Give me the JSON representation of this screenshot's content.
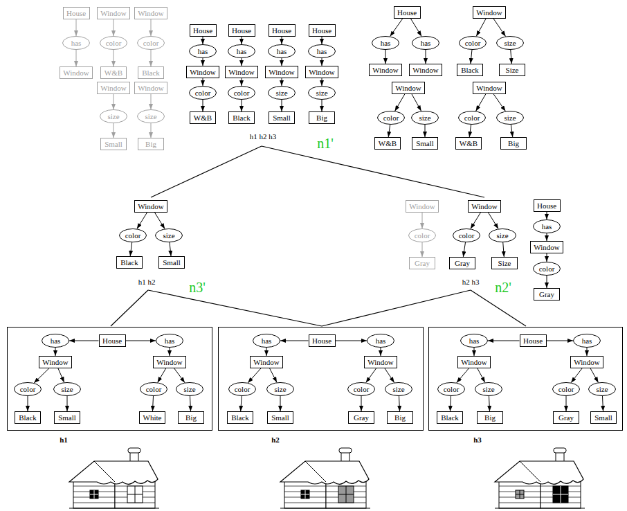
{
  "diagram": {
    "nodes": [
      {
        "text": [
          "House"
        ]
      },
      {
        "text": [
          "has"
        ]
      },
      {
        "text": [
          "Window"
        ]
      },
      {
        "text": [
          "Window"
        ]
      },
      {
        "text": [
          "color"
        ]
      },
      {
        "text": [
          "W&B"
        ]
      },
      {
        "text": [
          "Window"
        ]
      },
      {
        "text": [
          "color"
        ]
      },
      {
        "text": [
          "Black"
        ]
      },
      {
        "text": [
          "Window"
        ]
      },
      {
        "text": [
          "size"
        ]
      },
      {
        "text": [
          "Small"
        ]
      },
      {
        "text": [
          "Window"
        ]
      },
      {
        "text": [
          "size"
        ]
      },
      {
        "text": [
          "Big"
        ]
      },
      {
        "text": [
          "House"
        ]
      },
      {
        "text": [
          "has"
        ]
      },
      {
        "text": [
          "Window"
        ]
      },
      {
        "text": [
          "color"
        ]
      },
      {
        "text": [
          "W&B"
        ]
      },
      {
        "text": [
          "House"
        ]
      },
      {
        "text": [
          "has"
        ]
      },
      {
        "text": [
          "Window"
        ]
      },
      {
        "text": [
          "color"
        ]
      },
      {
        "text": [
          "Black"
        ]
      },
      {
        "text": [
          "House"
        ]
      },
      {
        "text": [
          "has"
        ]
      },
      {
        "text": [
          "Window"
        ]
      },
      {
        "text": [
          "size"
        ]
      },
      {
        "text": [
          "Small"
        ]
      },
      {
        "text": [
          "House"
        ]
      },
      {
        "text": [
          "has"
        ]
      },
      {
        "text": [
          "Window"
        ]
      },
      {
        "text": [
          "size"
        ]
      },
      {
        "text": [
          "Big"
        ]
      },
      {
        "text": [
          "House"
        ]
      },
      {
        "text": [
          "has"
        ]
      },
      {
        "text": [
          "Window"
        ]
      },
      {
        "text": [
          "has"
        ]
      },
      {
        "text": [
          "Window"
        ]
      },
      {
        "text": [
          "Window"
        ]
      },
      {
        "text": [
          "color"
        ]
      },
      {
        "text": [
          "Black"
        ]
      },
      {
        "text": [
          "size"
        ]
      },
      {
        "text": [
          "Size"
        ]
      },
      {
        "text": [
          "Window"
        ]
      },
      {
        "text": [
          "color"
        ]
      },
      {
        "text": [
          "W&B"
        ]
      },
      {
        "text": [
          "size"
        ]
      },
      {
        "text": [
          "Small"
        ]
      },
      {
        "text": [
          "Window"
        ]
      },
      {
        "text": [
          "color"
        ]
      },
      {
        "text": [
          "W&B"
        ]
      },
      {
        "text": [
          "size"
        ]
      },
      {
        "text": [
          "Big"
        ]
      },
      {
        "text": [
          "Window"
        ]
      },
      {
        "text": [
          "color"
        ]
      },
      {
        "text": [
          "Black"
        ]
      },
      {
        "text": [
          "size"
        ]
      },
      {
        "text": [
          "Small"
        ]
      },
      {
        "text": [
          "Window"
        ]
      },
      {
        "text": [
          "color"
        ]
      },
      {
        "text": [
          "Gray"
        ]
      },
      {
        "text": [
          "Window"
        ]
      },
      {
        "text": [
          "color"
        ]
      },
      {
        "text": [
          "Gray"
        ]
      },
      {
        "text": [
          "size"
        ]
      },
      {
        "text": [
          "Size"
        ]
      },
      {
        "text": [
          "House"
        ]
      },
      {
        "text": [
          "has"
        ]
      },
      {
        "text": [
          "Window"
        ]
      },
      {
        "text": [
          "color"
        ]
      },
      {
        "text": [
          "Gray"
        ]
      },
      {
        "text": [
          "h1"
        ]
      },
      {
        "text": [
          "House"
        ],
        "in": 73
      },
      {
        "text": [
          "has"
        ],
        "in": 73
      },
      {
        "text": [
          "Window"
        ],
        "in": 73
      },
      {
        "text": [
          "color"
        ],
        "in": 73
      },
      {
        "text": [
          "Black"
        ],
        "in": 73
      },
      {
        "text": [
          "size"
        ],
        "in": 73
      },
      {
        "text": [
          "Small"
        ],
        "in": 73
      },
      {
        "text": [
          "has"
        ],
        "in": 73
      },
      {
        "text": [
          "Window"
        ],
        "in": 73
      },
      {
        "text": [
          "color"
        ],
        "in": 73
      },
      {
        "text": [
          "White"
        ],
        "in": 73
      },
      {
        "text": [
          "size"
        ],
        "in": 73
      },
      {
        "text": [
          "Big"
        ],
        "in": 73
      },
      {
        "text": [
          "h2"
        ]
      },
      {
        "text": [
          "House"
        ],
        "in": 87
      },
      {
        "text": [
          "has"
        ],
        "in": 87
      },
      {
        "text": [
          "Window"
        ],
        "in": 87
      },
      {
        "text": [
          "color"
        ],
        "in": 87
      },
      {
        "text": [
          "Black"
        ],
        "in": 87
      },
      {
        "text": [
          "size"
        ],
        "in": 87
      },
      {
        "text": [
          "Small"
        ],
        "in": 87
      },
      {
        "text": [
          "has"
        ],
        "in": 87
      },
      {
        "text": [
          "Window"
        ],
        "in": 87
      },
      {
        "text": [
          "color"
        ],
        "in": 87
      },
      {
        "text": [
          "Gray"
        ],
        "in": 87
      },
      {
        "text": [
          "size"
        ],
        "in": 87
      },
      {
        "text": [
          "Big"
        ],
        "in": 87
      },
      {
        "text": [
          "h3"
        ]
      },
      {
        "text": [
          "House"
        ],
        "in": 101
      },
      {
        "text": [
          "has"
        ],
        "in": 101
      },
      {
        "text": [
          "Window"
        ],
        "in": 101
      },
      {
        "text": [
          "color"
        ],
        "in": 101
      },
      {
        "text": [
          "Black"
        ],
        "in": 101
      },
      {
        "text": [
          "size"
        ],
        "in": 101
      },
      {
        "text": [
          "Big"
        ],
        "in": 101
      },
      {
        "text": [
          "has"
        ],
        "in": 101
      },
      {
        "text": [
          "Window"
        ],
        "in": 101
      },
      {
        "text": [
          "color"
        ],
        "in": 101
      },
      {
        "text": [
          "Gray"
        ],
        "in": 101
      },
      {
        "text": [
          "size"
        ],
        "in": 101
      },
      {
        "text": [
          "Small"
        ],
        "in": 101
      }
    ],
    "edges": [
      {
        "from": 0,
        "to": 1,
        "arrow": "to"
      },
      {
        "from": 1,
        "to": 2,
        "arrow": "to"
      },
      {
        "from": 3,
        "to": 4,
        "arrow": "to"
      },
      {
        "from": 4,
        "to": 5,
        "arrow": "to"
      },
      {
        "from": 6,
        "to": 7,
        "arrow": "to"
      },
      {
        "from": 7,
        "to": 8,
        "arrow": "to"
      },
      {
        "from": 9,
        "to": 10,
        "arrow": "to"
      },
      {
        "from": 10,
        "to": 11,
        "arrow": "to"
      },
      {
        "from": 12,
        "to": 13,
        "arrow": "to"
      },
      {
        "from": 13,
        "to": 14,
        "arrow": "to"
      },
      {
        "from": 15,
        "to": 16,
        "arrow": "to"
      },
      {
        "from": 16,
        "to": 17,
        "arrow": "to"
      },
      {
        "from": 17,
        "to": 18,
        "arrow": "to"
      },
      {
        "from": 18,
        "to": 19,
        "arrow": "to"
      },
      {
        "from": 20,
        "to": 21,
        "arrow": "to"
      },
      {
        "from": 21,
        "to": 22,
        "arrow": "to"
      },
      {
        "from": 22,
        "to": 23,
        "arrow": "to"
      },
      {
        "from": 23,
        "to": 24,
        "arrow": "to"
      },
      {
        "from": 25,
        "to": 26,
        "arrow": "to"
      },
      {
        "from": 26,
        "to": 27,
        "arrow": "to"
      },
      {
        "from": 27,
        "to": 28,
        "arrow": "to"
      },
      {
        "from": 28,
        "to": 29,
        "arrow": "to"
      },
      {
        "from": 30,
        "to": 31,
        "arrow": "to"
      },
      {
        "from": 31,
        "to": 32,
        "arrow": "to"
      },
      {
        "from": 32,
        "to": 33,
        "arrow": "to"
      },
      {
        "from": 33,
        "to": 34,
        "arrow": "to"
      },
      {
        "from": 35,
        "to": 36,
        "arrow": "to"
      },
      {
        "from": 36,
        "to": 37,
        "arrow": "to"
      },
      {
        "from": 35,
        "to": 38,
        "arrow": "to"
      },
      {
        "from": 38,
        "to": 39,
        "arrow": "to"
      },
      {
        "from": 40,
        "to": 41,
        "arrow": "to"
      },
      {
        "from": 41,
        "to": 42,
        "arrow": "to"
      },
      {
        "from": 40,
        "to": 43,
        "arrow": "to"
      },
      {
        "from": 43,
        "to": 44,
        "arrow": "to"
      },
      {
        "from": 45,
        "to": 46,
        "arrow": "to"
      },
      {
        "from": 46,
        "to": 47,
        "arrow": "to"
      },
      {
        "from": 45,
        "to": 48,
        "arrow": "to"
      },
      {
        "from": 48,
        "to": 49,
        "arrow": "to"
      },
      {
        "from": 50,
        "to": 51,
        "arrow": "to"
      },
      {
        "from": 51,
        "to": 52,
        "arrow": "to"
      },
      {
        "from": 50,
        "to": 53,
        "arrow": "to"
      },
      {
        "from": 53,
        "to": 54,
        "arrow": "to"
      },
      {
        "from": 55,
        "to": 56,
        "arrow": "to"
      },
      {
        "from": 56,
        "to": 57,
        "arrow": "to"
      },
      {
        "from": 55,
        "to": 58,
        "arrow": "to"
      },
      {
        "from": 58,
        "to": 59,
        "arrow": "to"
      },
      {
        "from": 60,
        "to": 61,
        "arrow": "to"
      },
      {
        "from": 61,
        "to": 62,
        "arrow": "to"
      },
      {
        "from": 63,
        "to": 64,
        "arrow": "to"
      },
      {
        "from": 64,
        "to": 65,
        "arrow": "to"
      },
      {
        "from": 63,
        "to": 66,
        "arrow": "to"
      },
      {
        "from": 66,
        "to": 67,
        "arrow": "to"
      },
      {
        "from": 68,
        "to": 69,
        "arrow": "to"
      },
      {
        "from": 69,
        "to": 70,
        "arrow": "to"
      },
      {
        "from": 70,
        "to": 71,
        "arrow": "to"
      },
      {
        "from": 71,
        "to": 72,
        "arrow": "to"
      },
      {
        "from": 74,
        "to": 75,
        "arrow": "to"
      },
      {
        "from": 75,
        "to": 76,
        "arrow": "to"
      },
      {
        "from": 76,
        "to": 77,
        "arrow": "to"
      },
      {
        "from": 77,
        "to": 78,
        "arrow": "to"
      },
      {
        "from": 76,
        "to": 79,
        "arrow": "to"
      },
      {
        "from": 79,
        "to": 80,
        "arrow": "to"
      },
      {
        "from": 74,
        "to": 81,
        "arrow": "to"
      },
      {
        "from": 81,
        "to": 82,
        "arrow": "to"
      },
      {
        "from": 82,
        "to": 83,
        "arrow": "to"
      },
      {
        "from": 83,
        "to": 84,
        "arrow": "to"
      },
      {
        "from": 82,
        "to": 85,
        "arrow": "to"
      },
      {
        "from": 85,
        "to": 86,
        "arrow": "to"
      },
      {
        "from": 88,
        "to": 89,
        "arrow": "to"
      },
      {
        "from": 89,
        "to": 90,
        "arrow": "to"
      },
      {
        "from": 90,
        "to": 91,
        "arrow": "to"
      },
      {
        "from": 91,
        "to": 92,
        "arrow": "to"
      },
      {
        "from": 90,
        "to": 93,
        "arrow": "to"
      },
      {
        "from": 93,
        "to": 94,
        "arrow": "to"
      },
      {
        "from": 88,
        "to": 95,
        "arrow": "to"
      },
      {
        "from": 95,
        "to": 96,
        "arrow": "to"
      },
      {
        "from": 96,
        "to": 97,
        "arrow": "to"
      },
      {
        "from": 97,
        "to": 98,
        "arrow": "to"
      },
      {
        "from": 96,
        "to": 99,
        "arrow": "to"
      },
      {
        "from": 99,
        "to": 100,
        "arrow": "to"
      },
      {
        "from": 102,
        "to": 103,
        "arrow": "to"
      },
      {
        "from": 103,
        "to": 104,
        "arrow": "to"
      },
      {
        "from": 104,
        "to": 105,
        "arrow": "to"
      },
      {
        "from": 105,
        "to": 106,
        "arrow": "to"
      },
      {
        "from": 104,
        "to": 107,
        "arrow": "to"
      },
      {
        "from": 107,
        "to": 108,
        "arrow": "to"
      },
      {
        "from": 102,
        "to": 109,
        "arrow": "to"
      },
      {
        "from": 109,
        "to": 110,
        "arrow": "to"
      },
      {
        "from": 110,
        "to": 111,
        "arrow": "to"
      },
      {
        "from": 111,
        "to": 112,
        "arrow": "to"
      },
      {
        "from": 110,
        "to": 113,
        "arrow": "to"
      },
      {
        "from": 113,
        "to": 114,
        "arrow": "to"
      }
    ],
    "labels": [
      "h1 h2 h3",
      "n1'",
      "h1 h2",
      "n3'",
      "h2 h3",
      "n2'"
    ]
  }
}
